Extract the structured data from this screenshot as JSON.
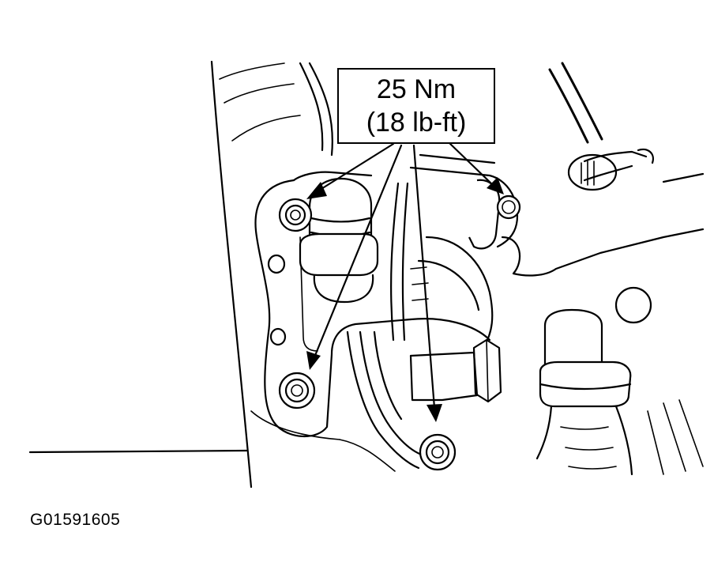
{
  "torque_label": {
    "metric": "25 Nm",
    "imperial": "(18 lb-ft)"
  },
  "figure_id": "G01591605",
  "colors": {
    "line": "#000000",
    "background": "#ffffff"
  }
}
